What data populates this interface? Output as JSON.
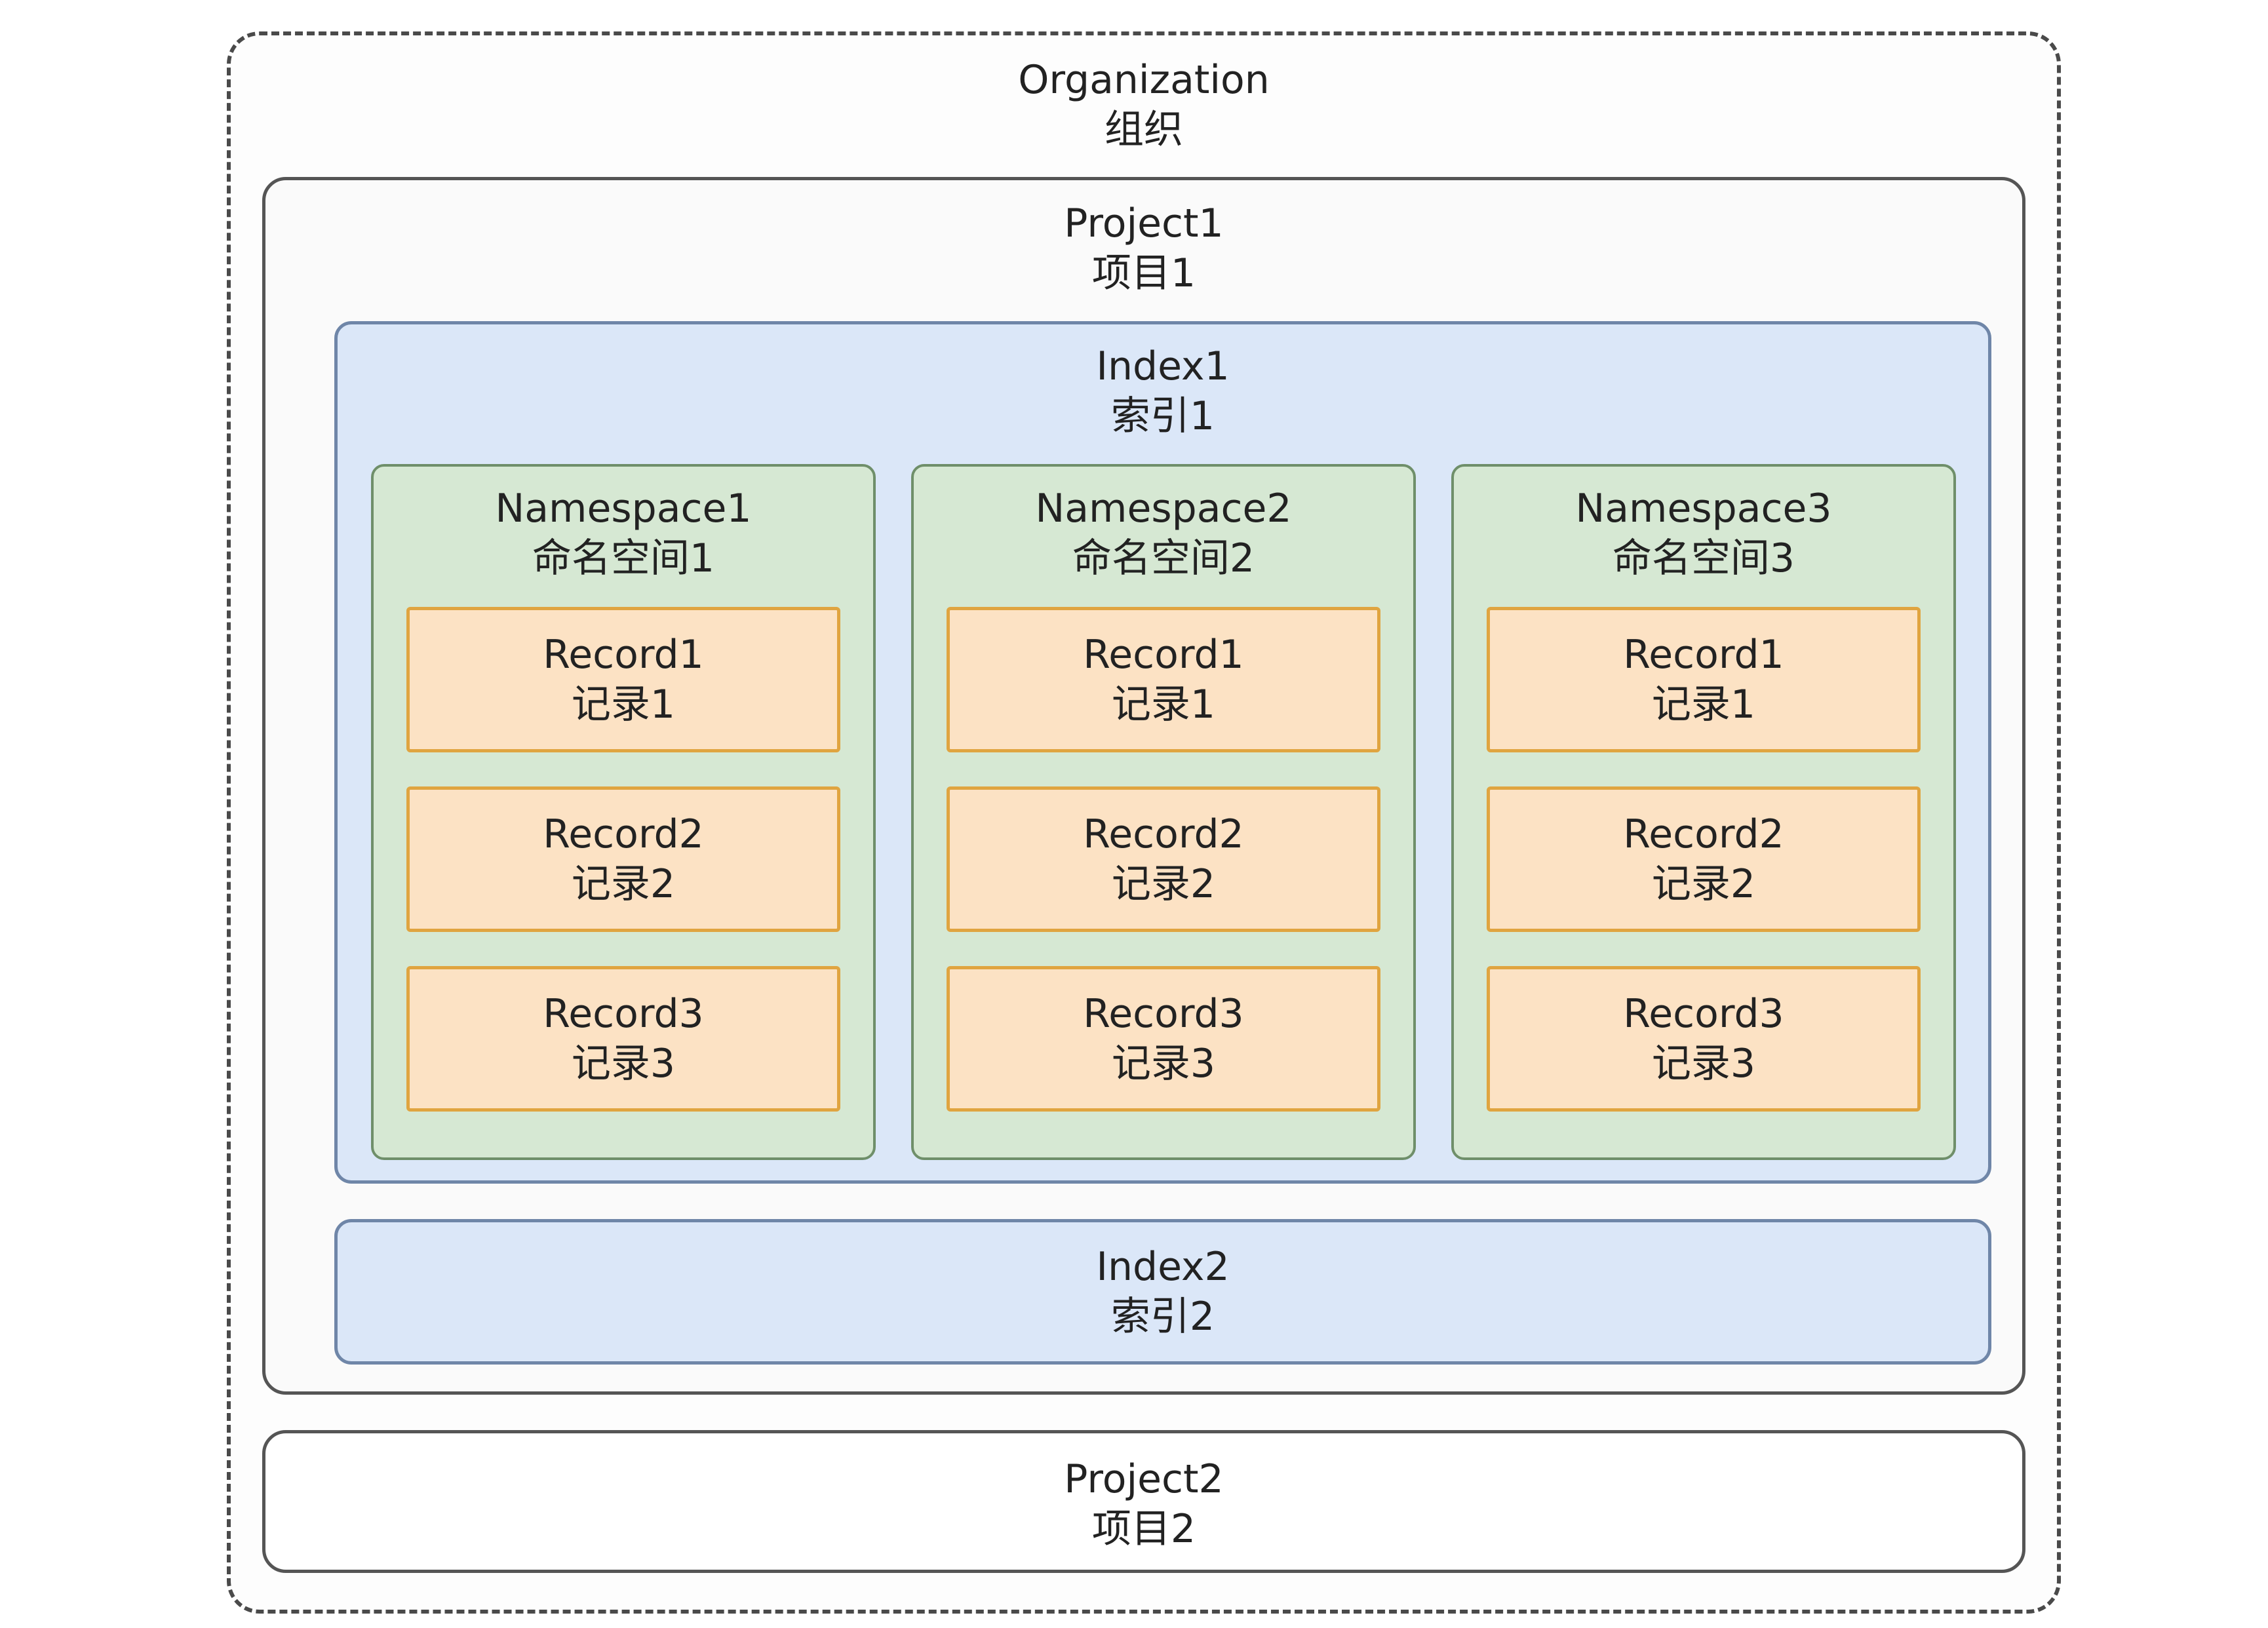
{
  "organization": {
    "en": "Organization",
    "zh": "组织"
  },
  "project1": {
    "en": "Project1",
    "zh": "项目1"
  },
  "project2": {
    "en": "Project2",
    "zh": "项目2"
  },
  "index1": {
    "en": "Index1",
    "zh": "索引1"
  },
  "index2": {
    "en": "Index2",
    "zh": "索引2"
  },
  "namespaces": [
    {
      "en": "Namespace1",
      "zh": "命名空间1"
    },
    {
      "en": "Namespace2",
      "zh": "命名空间2"
    },
    {
      "en": "Namespace3",
      "zh": "命名空间3"
    }
  ],
  "records": [
    {
      "en": "Record1",
      "zh": "记录1"
    },
    {
      "en": "Record2",
      "zh": "记录2"
    },
    {
      "en": "Record3",
      "zh": "记录3"
    }
  ],
  "colors": {
    "organization_border": "#4a4a4a",
    "project_border": "#555555",
    "index_fill": "#dbe7f8",
    "namespace_fill": "#d6e8d3",
    "record_fill": "#fce2c4",
    "record_border": "#e0a440"
  }
}
